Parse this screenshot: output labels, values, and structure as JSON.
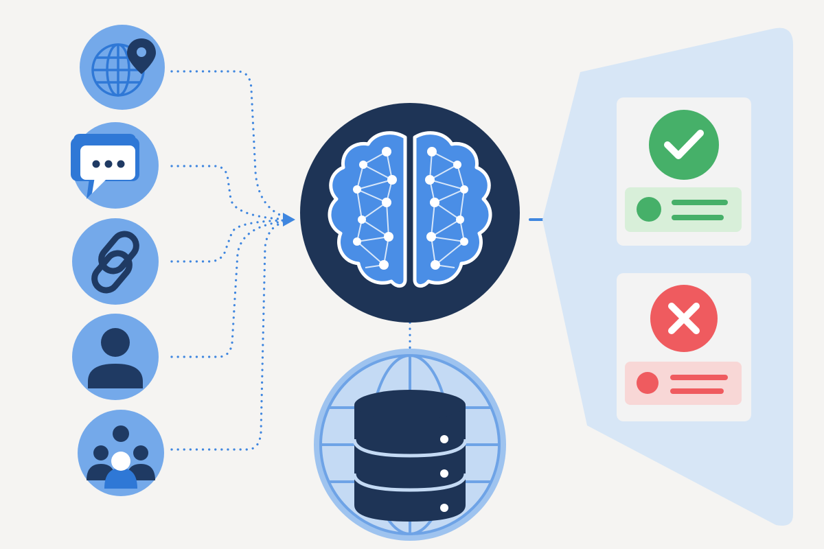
{
  "colors": {
    "background": "#f5f4f2",
    "icon_circle": "#74a9ea",
    "icon_dark": "#1f3a63",
    "icon_blue": "#2f78d6",
    "navy": "#1e3456",
    "brain_fill": "#4a8ee6",
    "connector": "#3f86df",
    "panel": "#d7e6f6",
    "card": "#f3f3f3",
    "success": "#46b069",
    "success_soft": "#d8efd9",
    "error": "#ef5b5f",
    "error_soft": "#f8d7d6",
    "globe_light": "#c4daf4"
  },
  "inputs": [
    {
      "name": "location-globe",
      "icon": "globe-pin-icon"
    },
    {
      "name": "chat-message",
      "icon": "chat-bubble-icon"
    },
    {
      "name": "link",
      "icon": "chain-link-icon"
    },
    {
      "name": "user",
      "icon": "person-icon"
    },
    {
      "name": "community",
      "icon": "group-icon"
    }
  ],
  "center": {
    "icon": "brain-network-icon"
  },
  "storage": {
    "icon": "database-globe-icon"
  },
  "results": [
    {
      "status": "accepted",
      "icon": "check-icon"
    },
    {
      "status": "rejected",
      "icon": "cross-icon"
    }
  ]
}
